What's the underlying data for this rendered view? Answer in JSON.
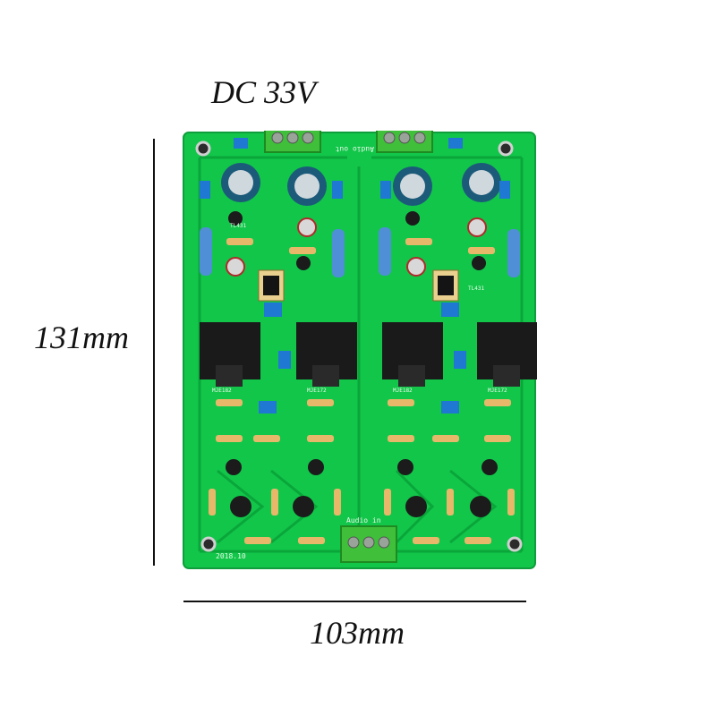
{
  "labels": {
    "power": "DC 33V",
    "height": "131mm",
    "width": "103mm"
  },
  "board": {
    "silkscreen": {
      "audio_out": "Audio out",
      "audio_in": "Audio in",
      "date": "2018.10",
      "left_regulator": "TL431",
      "right_regulator": "TL431",
      "left_transistors": [
        "MJE182",
        "MJE172"
      ],
      "right_transistors": [
        "MJE182",
        "MJE172"
      ]
    },
    "colors": {
      "pcb": "#12c64a",
      "pcb_trace": "#0aa63a",
      "terminal": "#3fbf3a",
      "heatsink": "#1a1a1a",
      "capacitor": "#1c5a7a",
      "film_cap": "#1f78d1"
    }
  }
}
